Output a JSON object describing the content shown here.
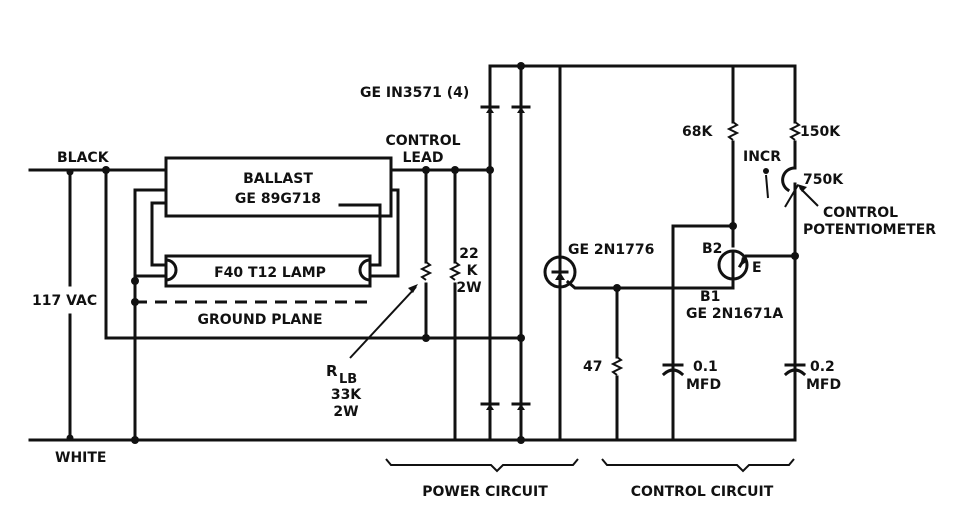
{
  "diagram": {
    "type": "electronic-schematic",
    "colors": {
      "ink": "#111111",
      "paper": "#ffffff"
    },
    "labels": {
      "black": "BLACK",
      "white": "WHITE",
      "supply": "117 VAC",
      "ballast_line1": "BALLAST",
      "ballast_line2": "GE 89G718",
      "lamp": "F40 T12 LAMP",
      "ground_plane": "GROUND PLANE",
      "control_lead_line1": "CONTROL",
      "control_lead_line2": "LEAD",
      "diodes": "GE IN3571 (4)",
      "rlb_main": "R",
      "rlb_sub": "LB",
      "rlb_value": "33K",
      "rlb_power": "2W",
      "r22_line1": "22",
      "r22_line2": "K",
      "r22_line3": "2W",
      "scr": "GE 2N1776",
      "r47": "47",
      "cap1_value": "0.1",
      "cap1_unit": "MFD",
      "r68": "68K",
      "ujt_b2": "B2",
      "ujt_e": "E",
      "ujt_b1": "B1",
      "ujt_part": "GE 2N1671A",
      "r150": "150K",
      "incr": "INCR",
      "pot_value": "750K",
      "pot_line1": "CONTROL",
      "pot_line2": "POTENTIOMETER",
      "cap2_value": "0.2",
      "cap2_unit": "MFD",
      "power_circuit": "POWER CIRCUIT",
      "control_circuit": "CONTROL CIRCUIT"
    }
  }
}
